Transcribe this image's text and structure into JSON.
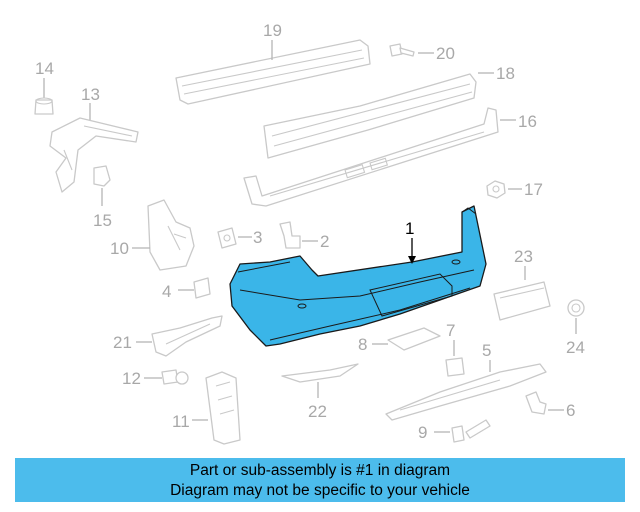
{
  "main_part": "1",
  "callouts": [
    "1",
    "2",
    "3",
    "4",
    "5",
    "6",
    "7",
    "8",
    "9",
    "10",
    "11",
    "12",
    "13",
    "14",
    "15",
    "16",
    "17",
    "18",
    "19",
    "20",
    "21",
    "22",
    "23",
    "24"
  ],
  "caption": {
    "line1": "Part or sub-assembly is #1 in diagram",
    "line2": "Diagram may not be specific to your vehicle"
  },
  "colors": {
    "highlight": "#3ab5e8",
    "caption_bg": "#4cbcec",
    "outline": "#c9c9c9",
    "callout_text": "#a8a8a8"
  }
}
